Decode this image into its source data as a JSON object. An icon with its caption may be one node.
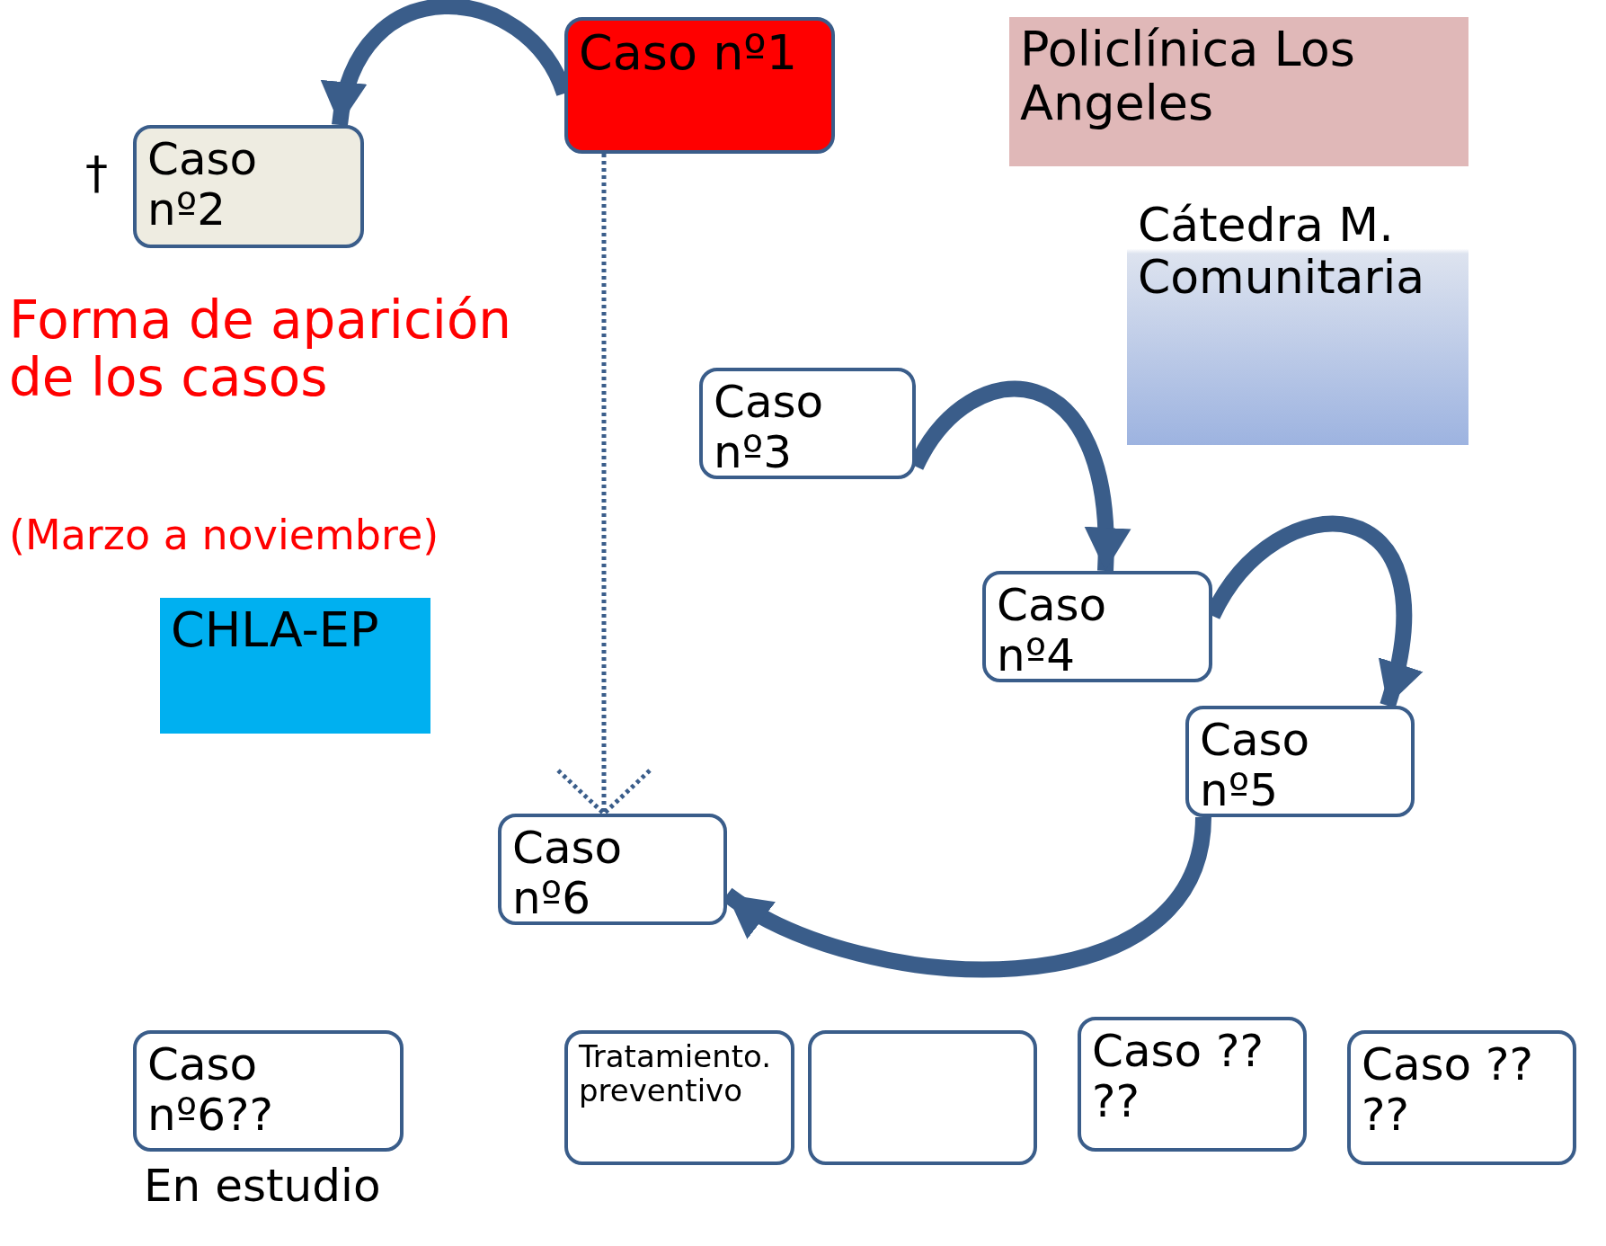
{
  "diagram": {
    "nodes": [
      {
        "text": [
          "Caso nº1"
        ]
      },
      {
        "text": [
          "Policlínica Los Angeles"
        ]
      },
      {
        "text": [
          "Caso nº2"
        ],
        "beside": [
          "†"
        ]
      },
      {
        "text": [
          "Cátedra M. Comunitaria"
        ]
      },
      {
        "text": [
          "Caso nº3"
        ]
      },
      {
        "text": [
          "CHLA-EP"
        ]
      },
      {
        "text": [
          "Caso nº4"
        ]
      },
      {
        "text": [
          "Caso nº5"
        ]
      },
      {
        "text": [
          "Caso nº6"
        ]
      },
      {
        "text": [
          "Caso nº6??"
        ],
        "beside": [
          "En estudio"
        ]
      },
      {
        "text": [
          "Tratamiento. preventivo"
        ]
      },
      {
        "text": [],
        "shape": "box"
      },
      {
        "text": [
          "Caso ?? ??"
        ]
      },
      {
        "text": [
          "Caso ?? ??"
        ]
      }
    ],
    "edges": [
      {
        "from": 0,
        "to": 2,
        "arrow": "to"
      },
      {
        "from": 0,
        "to": 8,
        "arrow": "to",
        "style": "dashed"
      },
      {
        "from": 4,
        "to": 6,
        "arrow": "to"
      },
      {
        "from": 6,
        "to": 7,
        "arrow": "to"
      },
      {
        "from": 7,
        "to": 8,
        "arrow": "to"
      }
    ],
    "labels": [
      "Forma de aparición de los casos",
      "(Marzo a noviembre)"
    ]
  }
}
